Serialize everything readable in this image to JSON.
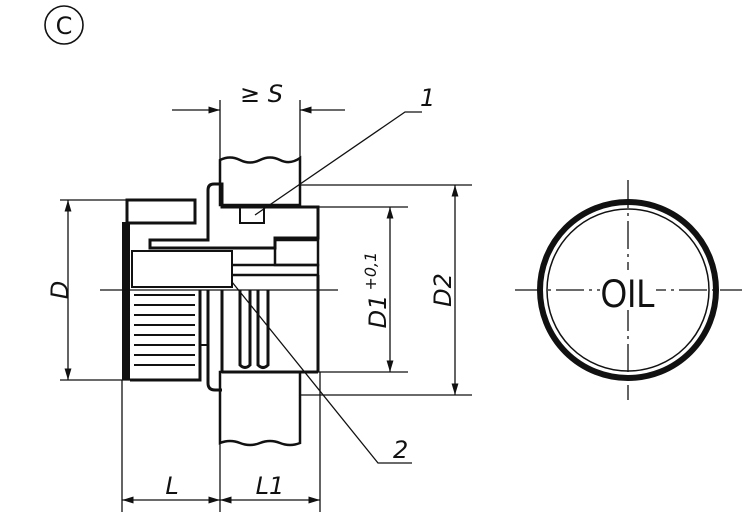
{
  "view_label": "C",
  "dimensions": {
    "s": "≥ S",
    "d": "D",
    "d1": "D1",
    "d1_tolerance": "+0,1",
    "d2": "D2",
    "l": "L",
    "l1": "L1"
  },
  "callouts": {
    "one": "1",
    "two": "2"
  },
  "marking_text": "OIL",
  "colors": {
    "line": "#111111",
    "background": "#ffffff"
  }
}
